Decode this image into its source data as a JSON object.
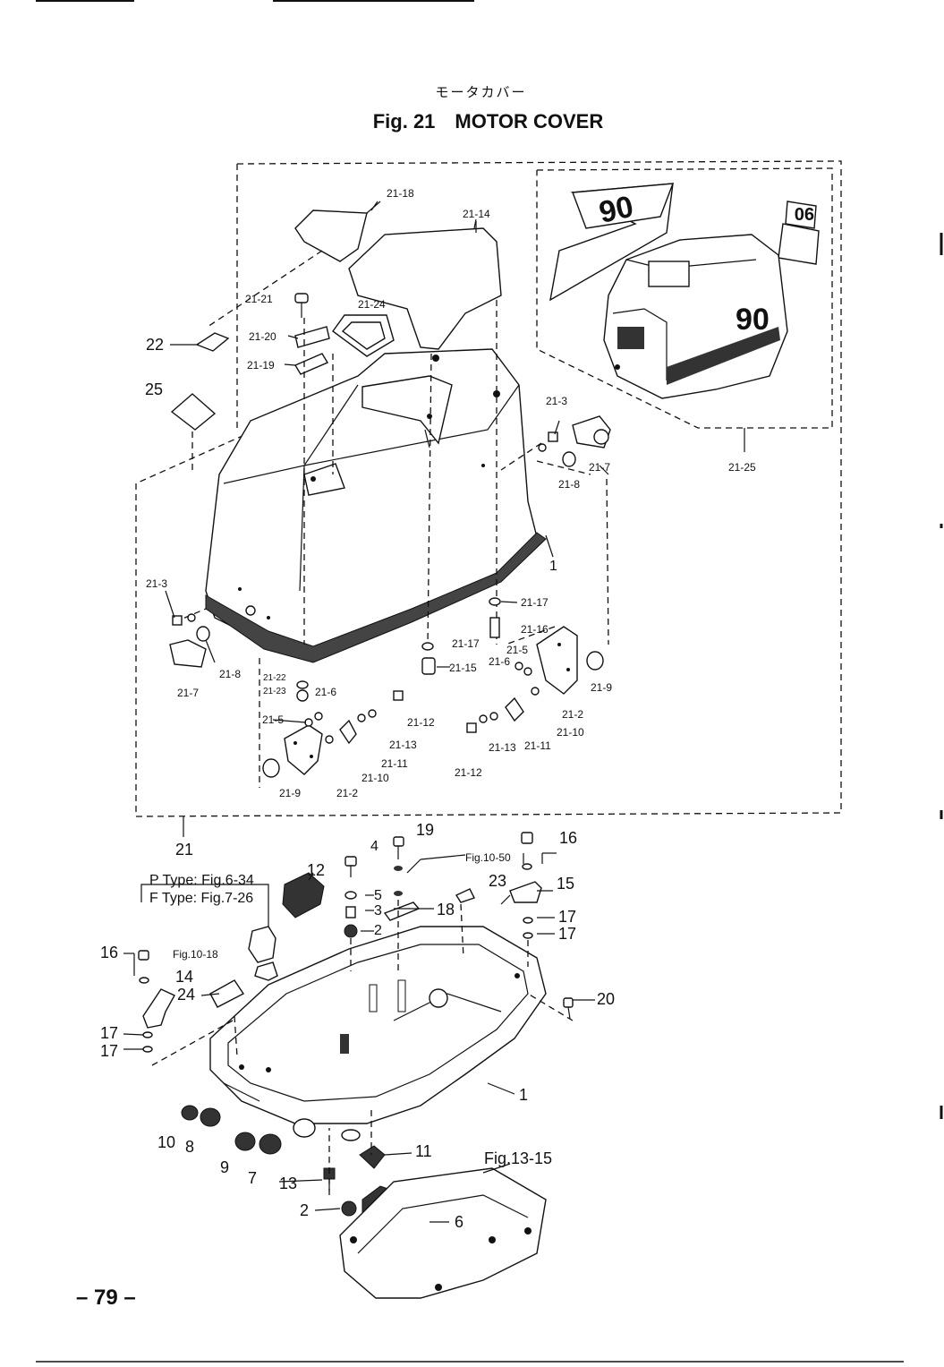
{
  "header": {
    "subtitle_jp": "モータカバー",
    "title": "Fig. 21　MOTOR COVER"
  },
  "page_number": "– 79 –",
  "labels": {
    "l_21_18": "21-18",
    "l_21_14": "21-14",
    "l_21_21": "21-21",
    "l_21_20": "21-20",
    "l_21_24": "21-24",
    "l_22": "22",
    "l_21_19": "21-19",
    "l_25": "25",
    "l_21_3a": "21-3",
    "l_21_8a": "21-8",
    "l_21_7a": "21-7",
    "l_21_25": "21-25",
    "l_1a": "1",
    "l_21_3b": "21-3",
    "l_21_8b": "21-8",
    "l_21_7b": "21-7",
    "l_21_17a": "21-17",
    "l_21_17b": "21-17",
    "l_21_16": "21-16",
    "l_21_5a": "21-5",
    "l_21_6a": "21-6",
    "l_21_15": "21-15",
    "l_21_9a": "21-9",
    "l_21_22": "21-22",
    "l_21_23": "21-23",
    "l_21_6b": "21-6",
    "l_21_5b": "21-5",
    "l_21_12a": "21-12",
    "l_21_13a": "21-13",
    "l_21_11a": "21-11",
    "l_21_10a": "21-10",
    "l_21_9b": "21-9",
    "l_21_2a": "21-2",
    "l_21_2b": "21-2",
    "l_21_10b": "21-10",
    "l_21_11b": "21-11",
    "l_21_13b": "21-13",
    "l_21_12b": "21-12",
    "l_21": "21",
    "l_4": "4",
    "l_19": "19",
    "l_fig1050": "Fig.10-50",
    "l_16a": "16",
    "l_12": "12",
    "l_ptype": "P Type: Fig.6-34",
    "l_ftype": "F Type: Fig.7-26",
    "l_5": "5",
    "l_3": "3",
    "l_2a": "2",
    "l_18": "18",
    "l_23": "23",
    "l_15": "15",
    "l_17a": "17",
    "l_17b": "17",
    "l_16b": "16",
    "l_fig1018": "Fig.10-18",
    "l_14": "14",
    "l_24": "24",
    "l_20": "20",
    "l_17c": "17",
    "l_17d": "17",
    "l_1b": "1",
    "l_10": "10",
    "l_8": "8",
    "l_9": "9",
    "l_7": "7",
    "l_11": "11",
    "l_fig1315": "Fig.13-15",
    "l_13": "13",
    "l_2b": "2",
    "l_6": "6",
    "decal_big": "90",
    "decal_small": "90",
    "decal_cover": "90"
  }
}
